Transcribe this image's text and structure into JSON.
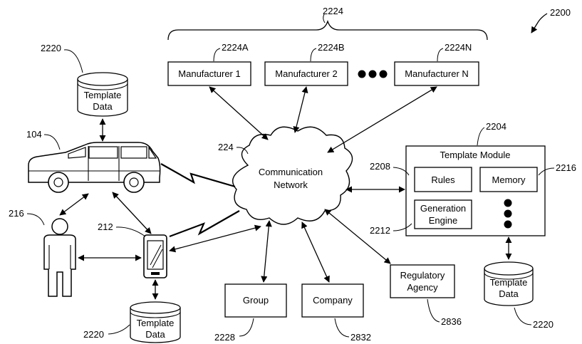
{
  "figure": {
    "ref": "2200"
  },
  "manufacturers": {
    "group_ref": "2224",
    "items": [
      {
        "label": "Manufacturer 1",
        "ref": "2224A"
      },
      {
        "label": "Manufacturer 2",
        "ref": "2224B"
      },
      {
        "label": "Manufacturer N",
        "ref": "2224N"
      }
    ]
  },
  "network": {
    "line1": "Communication",
    "line2": "Network",
    "ref": "224"
  },
  "template_module": {
    "title": "Template Module",
    "ref": "2204",
    "rules": {
      "label": "Rules",
      "ref": "2208"
    },
    "memory": {
      "label": "Memory",
      "ref": "2216"
    },
    "generation_engine": {
      "line1": "Generation",
      "line2": "Engine",
      "ref": "2212"
    }
  },
  "template_data": {
    "line1": "Template",
    "line2": "Data",
    "ref": "2220"
  },
  "vehicle": {
    "ref": "104"
  },
  "user": {
    "ref": "216"
  },
  "device": {
    "ref": "212"
  },
  "group": {
    "label": "Group",
    "ref": "2228"
  },
  "company": {
    "label": "Company",
    "ref": "2832"
  },
  "regulatory": {
    "line1": "Regulatory",
    "line2": "Agency",
    "ref": "2836"
  }
}
